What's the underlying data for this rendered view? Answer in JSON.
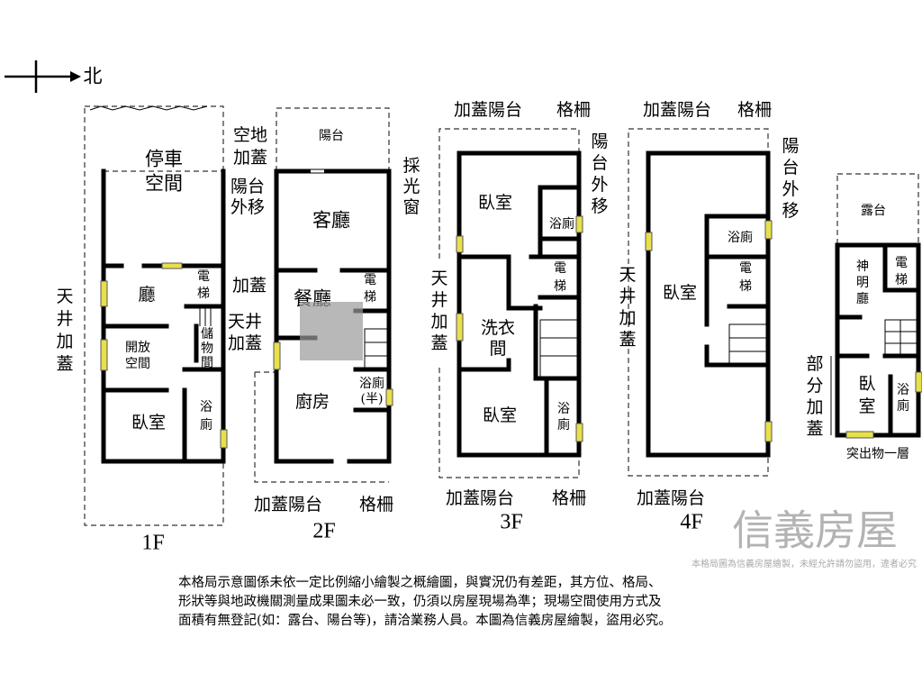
{
  "compass": {
    "north_label": "北"
  },
  "floors": {
    "f1": {
      "name": "1F",
      "parking": [
        "停車",
        "空間"
      ],
      "vacant_addon": [
        "空地",
        "加蓋"
      ],
      "hall": "廳",
      "elevator": [
        "電",
        "梯"
      ],
      "addon": "加蓋",
      "open_space": [
        "開放",
        "空間"
      ],
      "storage": [
        "儲",
        "物",
        "間"
      ],
      "bath": [
        "浴",
        "廁"
      ],
      "bedroom": "臥室",
      "atrium_addon": [
        "天",
        "井",
        "加",
        "蓋"
      ]
    },
    "f2": {
      "name": "2F",
      "balcony": "陽台",
      "balcony_moved": [
        "陽台",
        "外移"
      ],
      "skylight": [
        "採",
        "光",
        "窗"
      ],
      "living": "客廳",
      "dining": "餐廳",
      "elevator": [
        "電",
        "梯"
      ],
      "atrium_addon": [
        "天井",
        "加蓋"
      ],
      "kitchen": "廚房",
      "half_bath": [
        "浴廁",
        "(半)"
      ],
      "addon_balcony": "加蓋陽台",
      "grille": "格柵"
    },
    "f3": {
      "name": "3F",
      "addon_balcony_top": "加蓋陽台",
      "grille_top": "格柵",
      "balcony_moved": [
        "陽",
        "台",
        "外",
        "移"
      ],
      "bedroom1": "臥室",
      "bath1": "浴廁",
      "elevator": [
        "電",
        "梯"
      ],
      "atrium_addon": [
        "天",
        "井",
        "加",
        "蓋"
      ],
      "laundry": [
        "洗衣",
        "間"
      ],
      "bedroom2": "臥室",
      "bath2": [
        "浴",
        "廁"
      ],
      "addon_balcony_bottom": "加蓋陽台",
      "grille_bottom": "格柵"
    },
    "f4": {
      "name": "4F",
      "addon_balcony_top": "加蓋陽台",
      "grille_top": "格柵",
      "balcony_moved": [
        "陽",
        "台",
        "外",
        "移"
      ],
      "bath": "浴廁",
      "elevator": [
        "電",
        "梯"
      ],
      "atrium_addon": [
        "天",
        "井",
        "加",
        "蓋"
      ],
      "bedroom": "臥室",
      "addon_balcony_bottom": "加蓋陽台"
    },
    "roof": {
      "terrace": "露台",
      "shrine": [
        "神",
        "明",
        "廳"
      ],
      "elevator": [
        "電",
        "梯"
      ],
      "bedroom": [
        "臥",
        "室"
      ],
      "bath": [
        "浴",
        "廁"
      ],
      "partial_addon": [
        "部",
        "分",
        "加",
        "蓋"
      ],
      "caption": "突出物一層"
    }
  },
  "watermark": {
    "logo": "信義房屋",
    "notice": "本格局圖為信義房屋繪製，未經允許請勿盜用，違者必究"
  },
  "disclaimer": [
    "本格局示意圖係未依一定比例縮小繪製之概繪圖，與實況仍有差距，其方位、格局、",
    "形狀等與地政機關測量成果圖未必一致，仍須以房屋現場為準；現場空間使用方式及",
    "面積有無登記(如：露台、陽台等)，請洽業務人員。本圖為信義房屋繪製，盜用必究。"
  ],
  "colors": {
    "window": "#e8e04a",
    "wall": "#000000",
    "watermark": "#9a9a9a"
  }
}
